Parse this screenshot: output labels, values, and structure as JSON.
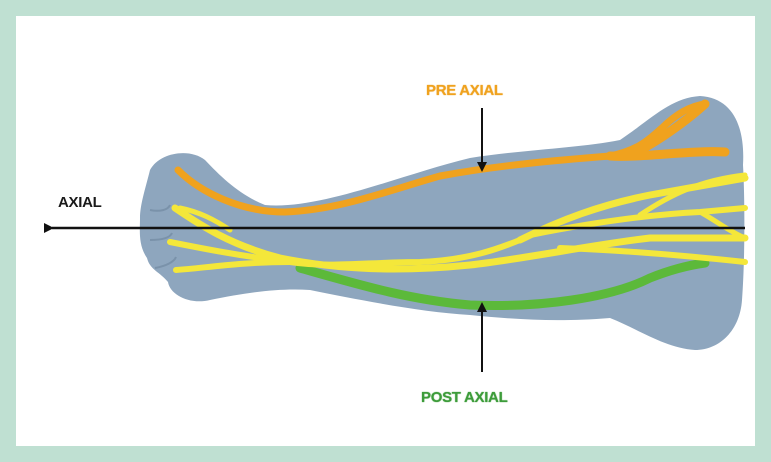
{
  "labels": {
    "axial": "AXIAL",
    "pre_axial": "PRE AXIAL",
    "post_axial": "POST AXIAL"
  },
  "colors": {
    "frame": "#bfe0d2",
    "limb": "#8ea6be",
    "pre_axial_band": "#f0a21e",
    "post_axial_band": "#5cb93a",
    "nerves": "#f4e73a",
    "axis_line": "#111111"
  }
}
